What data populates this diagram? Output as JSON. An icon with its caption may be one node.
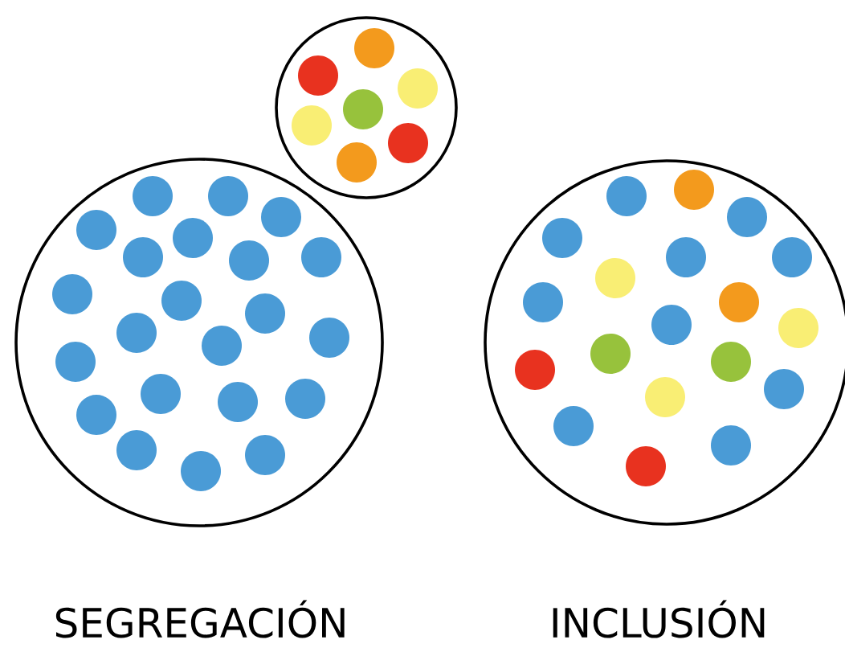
{
  "diagram": {
    "nodes": [
      {
        "text": [],
        "shape": "circle",
        "beside": [
          "SEGREGACIÓN"
        ]
      },
      {
        "text": [],
        "shape": "circle"
      },
      {
        "text": [],
        "shape": "circle",
        "beside": [
          "INCLUSIÓN"
        ]
      }
    ]
  }
}
